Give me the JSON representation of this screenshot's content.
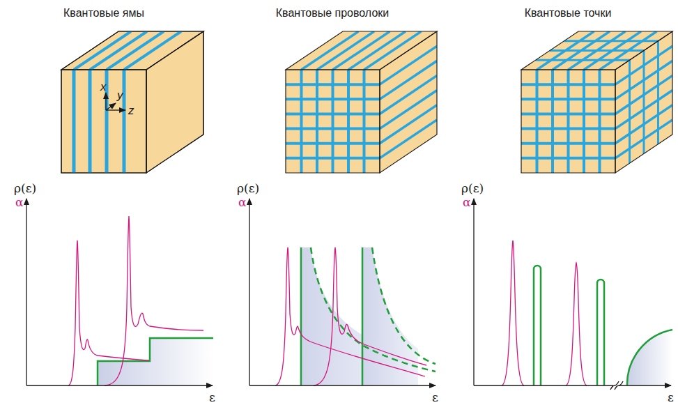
{
  "diagram": {
    "labels": [
      "Квантовые ямы",
      "Квантовые проволоки",
      "Квантовые точки",
      "x",
      "y",
      "z",
      "ρ(ε)",
      "α",
      "ε",
      "ρ(ε)",
      "α",
      "ε",
      "ρ(ε)",
      "α",
      "ε"
    ]
  }
}
